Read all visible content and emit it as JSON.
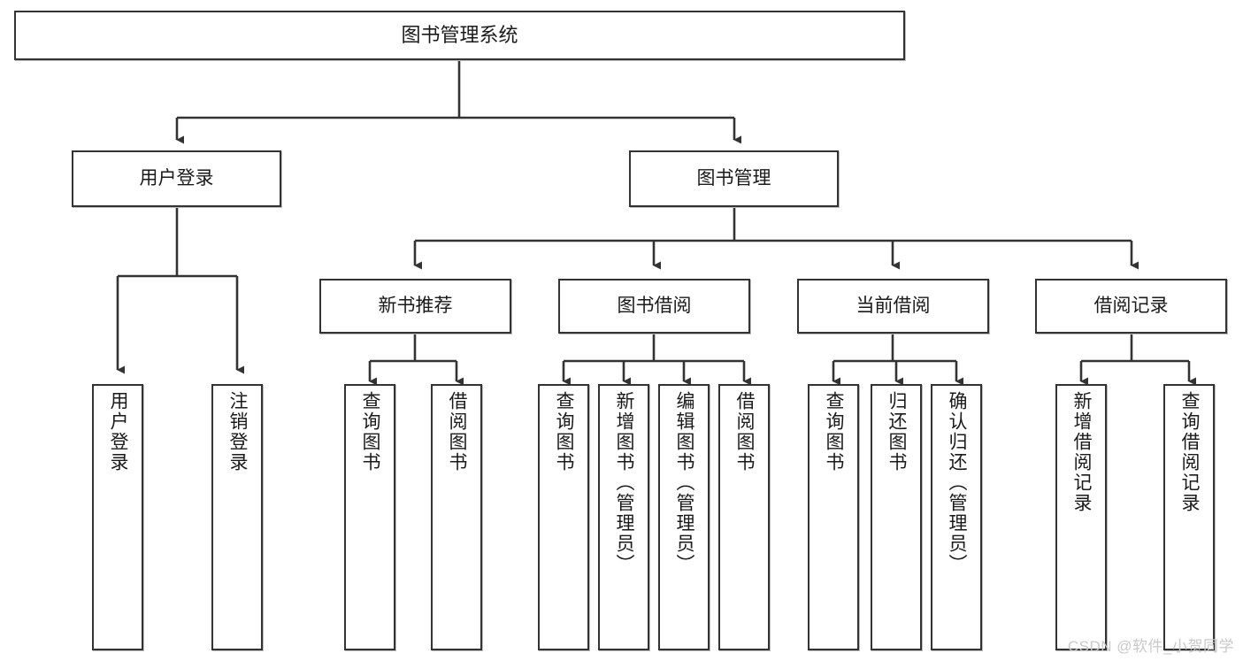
{
  "diagram": {
    "title": "图书管理系统",
    "watermark": "CSDN @软件_小贺同学",
    "colors": {
      "border": "#333333",
      "background": "#ffffff",
      "text": "#1a1a1a",
      "edge": "#333333",
      "watermark": "#c9c9c9"
    },
    "root": {
      "label": "图书管理系统"
    },
    "level1": [
      {
        "label": "用户登录"
      },
      {
        "label": "图书管理"
      }
    ],
    "level2": [
      {
        "label": "新书推荐"
      },
      {
        "label": "图书借阅"
      },
      {
        "label": "当前借阅"
      },
      {
        "label": "借阅记录"
      }
    ],
    "leaves": {
      "user_login": [
        {
          "label": "用户登录"
        },
        {
          "label": "注销登录"
        }
      ],
      "new_book_recommend": [
        {
          "label": "查询图书"
        },
        {
          "label": "借阅图书"
        }
      ],
      "book_borrow": [
        {
          "label": "查询图书"
        },
        {
          "label": "新增图书（管理员）"
        },
        {
          "label": "编辑图书（管理员）"
        },
        {
          "label": "借阅图书"
        }
      ],
      "current_borrow": [
        {
          "label": "查询图书"
        },
        {
          "label": "归还图书"
        },
        {
          "label": "确认归还（管理员）"
        }
      ],
      "borrow_record": [
        {
          "label": "新增借阅记录"
        },
        {
          "label": "查询借阅记录"
        }
      ]
    }
  }
}
